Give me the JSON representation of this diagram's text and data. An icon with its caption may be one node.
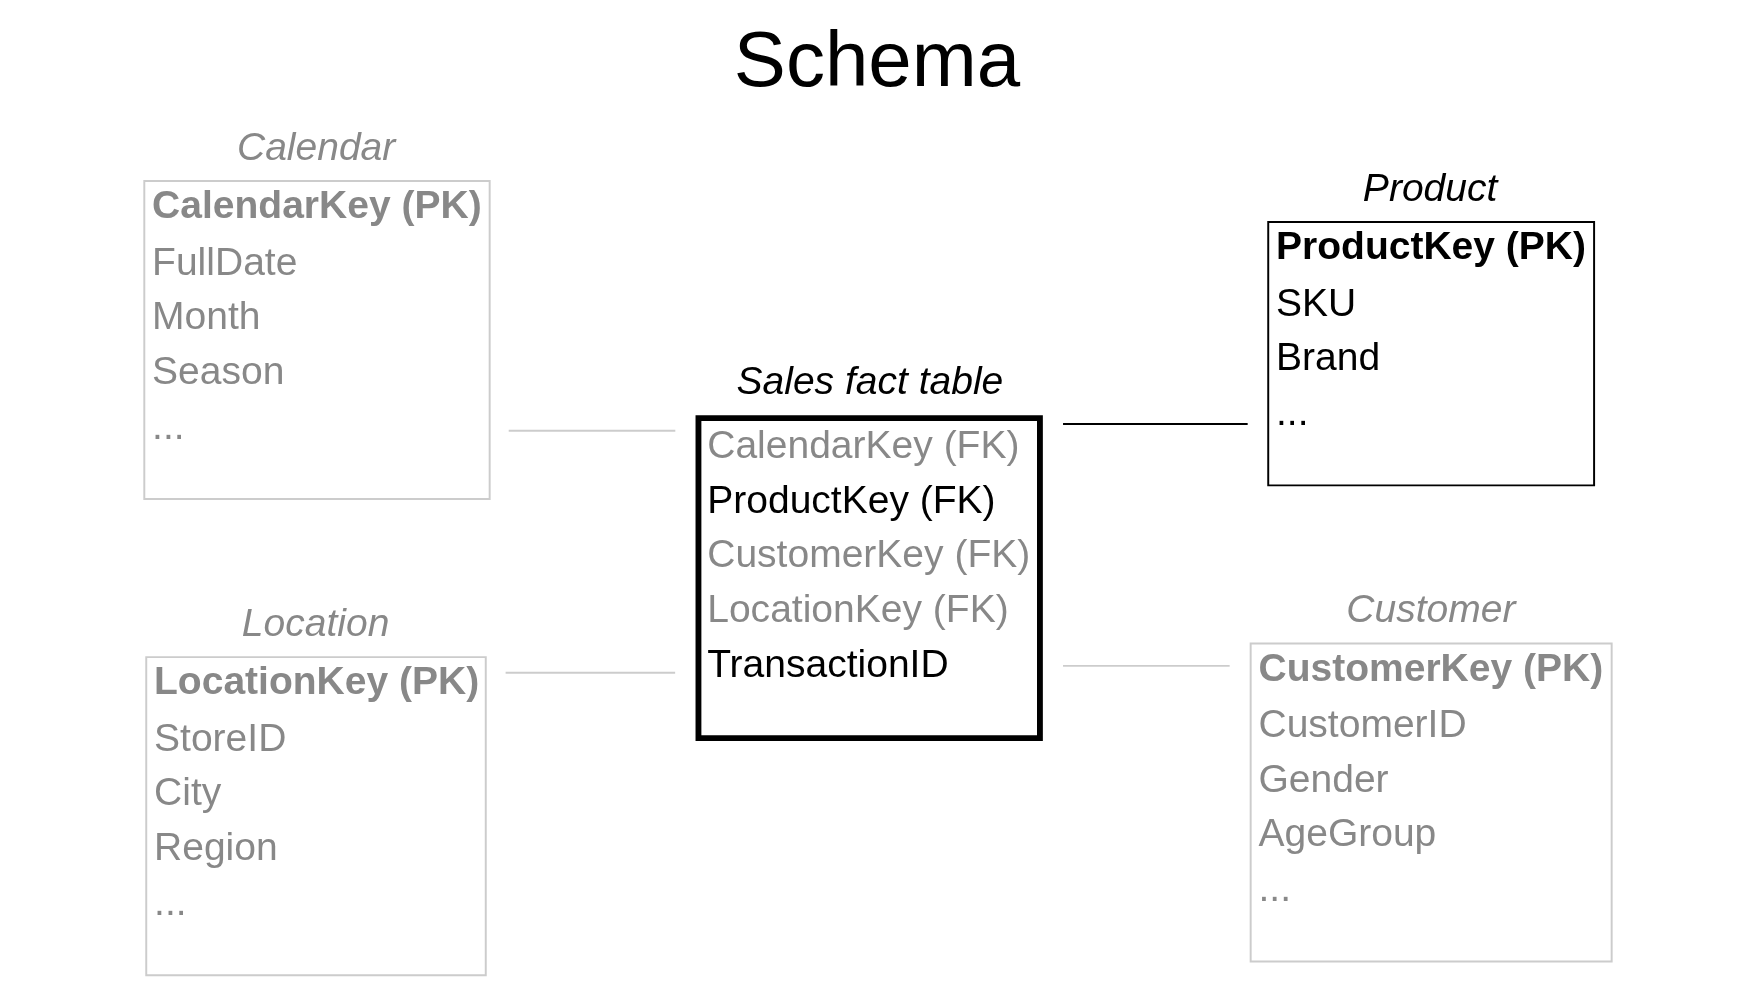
{
  "diagram": {
    "title": "Schema",
    "nodes": [
      {
        "text": [
          "Calendar",
          "CalendarKey (PK)",
          "FullDate",
          "Month",
          "Season",
          "..."
        ]
      },
      {
        "text": [
          "Product",
          "ProductKey (PK)",
          "SKU",
          "Brand",
          "..."
        ]
      },
      {
        "text": [
          "Sales fact table",
          "CalendarKey (FK)",
          "ProductKey (FK)",
          "CustomerKey (FK)",
          "LocationKey (FK)",
          "TransactionID"
        ]
      },
      {
        "text": [
          "Location",
          "LocationKey (PK)",
          "StoreID",
          "City",
          "Region",
          "..."
        ]
      },
      {
        "text": [
          "Customer",
          "CustomerKey (PK)",
          "CustomerID",
          "Gender",
          "AgeGroup",
          "..."
        ]
      }
    ],
    "edges": [
      {
        "from": 0,
        "to": 2,
        "arrow": "none"
      },
      {
        "from": 2,
        "to": 1,
        "arrow": "none",
        "color": "#000000"
      },
      {
        "from": 2,
        "to": 4,
        "arrow": "none"
      },
      {
        "from": 3,
        "to": 2,
        "arrow": "none"
      }
    ]
  }
}
